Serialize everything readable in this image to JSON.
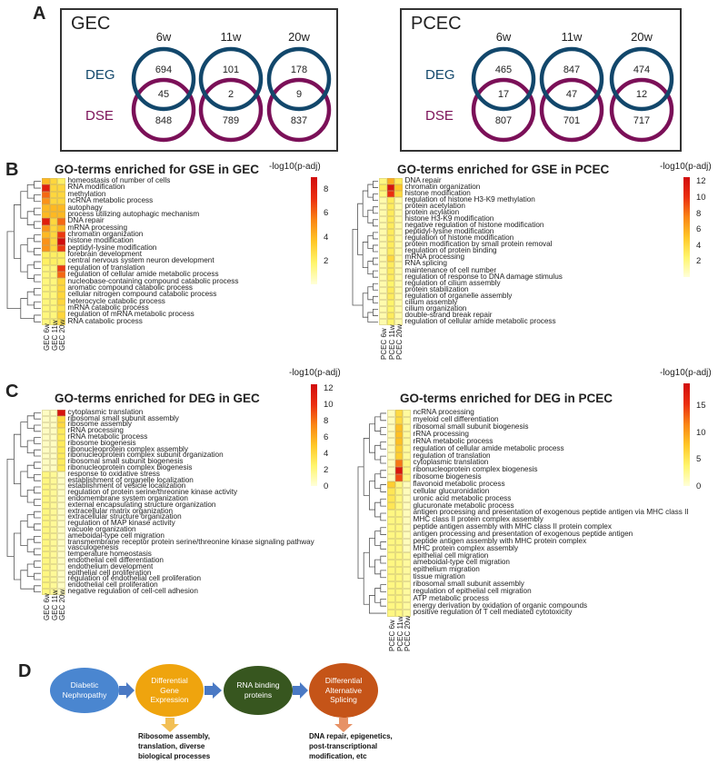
{
  "panel_A": {
    "letter": "A",
    "boxes": [
      {
        "title": "GEC",
        "columns": [
          "6w",
          "11w",
          "20w"
        ],
        "row_top_label": "DEG",
        "row_bottom_label": "DSE",
        "top_values": [
          "694",
          "101",
          "178"
        ],
        "overlap_values": [
          "45",
          "2",
          "9"
        ],
        "bottom_values": [
          "848",
          "789",
          "837"
        ]
      },
      {
        "title": "PCEC",
        "columns": [
          "6w",
          "11w",
          "20w"
        ],
        "row_top_label": "DEG",
        "row_bottom_label": "DSE",
        "top_values": [
          "465",
          "847",
          "474"
        ],
        "overlap_values": [
          "17",
          "47",
          "12"
        ],
        "bottom_values": [
          "807",
          "701",
          "717"
        ]
      }
    ],
    "colors": {
      "deg": "#12476b",
      "dse": "#7b1058"
    }
  },
  "panel_B": {
    "letter": "B",
    "heatmaps": [
      {
        "title": "GO-terms enriched for GSE in GEC",
        "scale_title": "-log10(p-adj)",
        "scale_ticks": [
          "8",
          "6",
          "4",
          "2"
        ],
        "scale_max": 9,
        "columns": [
          "GEC 6w",
          "GEC 11w",
          "GEC 20w"
        ],
        "terms": [
          "homeostasis of number of cells",
          "RNA modification",
          "methylation",
          "ncRNA metabolic process",
          "autophagy",
          "process utilizing autophagic mechanism",
          "DNA repair",
          "mRNA processing",
          "chromatin organization",
          "histone modification",
          "peptidyl-lysine modification",
          "forebrain development",
          "central nervous system neuron development",
          "regulation of translation",
          "regulation of cellular amide metabolic process",
          "nucleobase-containing compound catabolic process",
          "aromatic compound catabolic process",
          "cellular nitrogen compound catabolic process",
          "heterocycle catabolic process",
          "mRNA catabolic process",
          "regulation of mRNA metabolic process",
          "RNA catabolic process"
        ],
        "values": [
          [
            4,
            3,
            2
          ],
          [
            8,
            3,
            3
          ],
          [
            6,
            3,
            3
          ],
          [
            5,
            3,
            3
          ],
          [
            4,
            4,
            4
          ],
          [
            4,
            4,
            4
          ],
          [
            8,
            3,
            6
          ],
          [
            5,
            3,
            4
          ],
          [
            4,
            3,
            7
          ],
          [
            5,
            3,
            9
          ],
          [
            5,
            3,
            7
          ],
          [
            2,
            2,
            2
          ],
          [
            2,
            2,
            2
          ],
          [
            1.5,
            1.5,
            7
          ],
          [
            1.5,
            1.5,
            6
          ],
          [
            1.5,
            1.5,
            3
          ],
          [
            1.5,
            1.5,
            3
          ],
          [
            1.5,
            1.5,
            3
          ],
          [
            1.5,
            1.5,
            3
          ],
          [
            1.5,
            1.5,
            2.5
          ],
          [
            1.5,
            1.5,
            3
          ],
          [
            1.5,
            1.5,
            2.5
          ]
        ]
      },
      {
        "title": "GO-terms enriched for GSE in PCEC",
        "scale_title": "-log10(p-adj)",
        "scale_ticks": [
          "12",
          "10",
          "8",
          "6",
          "4",
          "2"
        ],
        "scale_max": 12.5,
        "columns": [
          "PCEC 6w",
          "PCEC 11w",
          "PCEC 20w"
        ],
        "terms": [
          "DNA repair",
          "chromatin organization",
          "histone modification",
          "regulation of histone H3-K9 methylation",
          "protein acetylation",
          "protein acylation",
          "histone H3-K9 modification",
          "negative regulation of histone modification",
          "peptidyl-lysine modification",
          "regulation of histone modification",
          "protein modification by small protein removal",
          "regulation of protein binding",
          "mRNA processing",
          "RNA splicing",
          "maintenance of cell number",
          "regulation of response to DNA damage stimulus",
          "regulation of cilium assembly",
          "protein stabilization",
          "regulation of organelle assembly",
          "cilium assembly",
          "cilium organization",
          "double-strand break repair",
          "regulation of cellular amide metabolic process"
        ],
        "values": [
          [
            2,
            6,
            3
          ],
          [
            3,
            12,
            5
          ],
          [
            2,
            10,
            4
          ],
          [
            1,
            3,
            1
          ],
          [
            1,
            3,
            1
          ],
          [
            1,
            3,
            1
          ],
          [
            1,
            3,
            1
          ],
          [
            1,
            3,
            1
          ],
          [
            1,
            3,
            1
          ],
          [
            1,
            3,
            1
          ],
          [
            1,
            3,
            1
          ],
          [
            1,
            3,
            1
          ],
          [
            1,
            4,
            1
          ],
          [
            1,
            3,
            1
          ],
          [
            1,
            3,
            1
          ],
          [
            1,
            3,
            1
          ],
          [
            1,
            2.5,
            1
          ],
          [
            1,
            3,
            1
          ],
          [
            1,
            3,
            1
          ],
          [
            1,
            2.5,
            1
          ],
          [
            1,
            2.5,
            1
          ],
          [
            1,
            3,
            1
          ],
          [
            1,
            2.5,
            1
          ]
        ]
      }
    ]
  },
  "panel_C": {
    "letter": "C",
    "heatmaps": [
      {
        "title": "GO-terms enriched for DEG in GEC",
        "scale_title": "-log10(p-adj)",
        "scale_ticks": [
          "12",
          "10",
          "8",
          "6",
          "4",
          "2",
          "0"
        ],
        "scale_max": 12.5,
        "columns": [
          "GEC 6w",
          "GEC 11w",
          "GEC 20w"
        ],
        "terms": [
          "cytoplasmic translation",
          "ribosomal small subunit assembly",
          "ribosome assembly",
          "rRNA processing",
          "rRNA metabolic process",
          "ribosome biogenesis",
          "ribonucleoprotein complex assembly",
          "ribonucleoprotein complex subunit organization",
          "ribosomal small subunit biogenesis",
          "ribonucleoprotein complex biogenesis",
          "response to oxidative stress",
          "establishment of organelle localization",
          "establishment of vesicle localization",
          "regulation of protein serine/threonine kinase activity",
          "endomembrane system organization",
          "external encapsulating structure organization",
          "extracellular matrix organization",
          "extracellular structure organization",
          "regulation of MAP kinase activity",
          "vacuole organization",
          "ameboidal-type cell migration",
          "transmembrane receptor protein serine/threonine kinase signaling pathway",
          "vasculogenesis",
          "temperature homeostasis",
          "endothelial cell differentiation",
          "endothelium development",
          "epithelial cell proliferation",
          "regulation of endothelial cell proliferation",
          "endothelial cell proliferation",
          "negative regulation of cell-cell adhesion"
        ],
        "values": [
          [
            0.5,
            0.5,
            12
          ],
          [
            0.5,
            0.5,
            4
          ],
          [
            0.5,
            0.5,
            4
          ],
          [
            0.5,
            0.5,
            3
          ],
          [
            0.5,
            0.5,
            3
          ],
          [
            0.5,
            0.5,
            3
          ],
          [
            0.5,
            0.5,
            3
          ],
          [
            0.5,
            0.5,
            3
          ],
          [
            0.5,
            0.5,
            3
          ],
          [
            0.5,
            0.5,
            3
          ],
          [
            2,
            1.5,
            0.5
          ],
          [
            2,
            1.5,
            0.5
          ],
          [
            2,
            1.5,
            0.5
          ],
          [
            2,
            1.5,
            0.5
          ],
          [
            2,
            1.5,
            0.5
          ],
          [
            2,
            1.5,
            0.5
          ],
          [
            2,
            1.5,
            0.5
          ],
          [
            2,
            1.5,
            0.5
          ],
          [
            2,
            1.5,
            0.5
          ],
          [
            2,
            1.5,
            0.5
          ],
          [
            2,
            1.5,
            0.5
          ],
          [
            2,
            1.5,
            0.5
          ],
          [
            2,
            1.5,
            0.5
          ],
          [
            2,
            1.5,
            0.5
          ],
          [
            2,
            1.5,
            0.5
          ],
          [
            2,
            1.5,
            0.5
          ],
          [
            2,
            1.5,
            0.5
          ],
          [
            2,
            1.5,
            0.5
          ],
          [
            2,
            1.5,
            0.5
          ],
          [
            2,
            1.5,
            0.5
          ]
        ]
      },
      {
        "title": "GO-terms enriched for DEG in PCEC",
        "scale_title": "-log10(p-adj)",
        "scale_ticks": [
          "15",
          "10",
          "5",
          "0"
        ],
        "scale_max": 19,
        "columns": [
          "PCEC 6w",
          "PCEC 11w",
          "PCEC 20w"
        ],
        "terms": [
          "ncRNA processing",
          "myeloid cell differentiation",
          "ribosomal small subunit biogenesis",
          "rRNA processing",
          "rRNA metabolic process",
          "regulation of cellular amide metabolic process",
          "regulation of translation",
          "cytoplasmic translation",
          "ribonucleoprotein complex biogenesis",
          "ribosome biogenesis",
          "flavonoid metabolic process",
          "cellular glucuronidation",
          "uronic acid metabolic process",
          "glucuronate metabolic process",
          "antigen processing and presentation of exogenous peptide antigen via MHC class II",
          "MHC class II protein complex assembly",
          "peptide antigen assembly with MHC class II protein complex",
          "antigen processing and presentation of exogenous peptide antigen",
          "peptide antigen assembly with MHC protein complex",
          "MHC protein complex assembly",
          "epithelial cell migration",
          "ameboidal-type cell migration",
          "epithelium migration",
          "tissue migration",
          "ribosomal small subunit assembly",
          "regulation of epithelial cell migration",
          "ATP metabolic process",
          "energy derivation by oxidation of organic compounds",
          "positive regulation of T cell mediated cytotoxicity"
        ],
        "values": [
          [
            1,
            6,
            2
          ],
          [
            1,
            6,
            2
          ],
          [
            1,
            8,
            2
          ],
          [
            1,
            8,
            2
          ],
          [
            1,
            8,
            2
          ],
          [
            1,
            7,
            2
          ],
          [
            1,
            7,
            2
          ],
          [
            1,
            12,
            3
          ],
          [
            1,
            18,
            3
          ],
          [
            1,
            14,
            3
          ],
          [
            7,
            3,
            1
          ],
          [
            5,
            3,
            1
          ],
          [
            5,
            3,
            1
          ],
          [
            5,
            3,
            1
          ],
          [
            3,
            3,
            1
          ],
          [
            3,
            3,
            1
          ],
          [
            3,
            3,
            1
          ],
          [
            3,
            3,
            1
          ],
          [
            3,
            3,
            1
          ],
          [
            3,
            3,
            1
          ],
          [
            3,
            3,
            2
          ],
          [
            3,
            3,
            2
          ],
          [
            3,
            3,
            2
          ],
          [
            3,
            3,
            2
          ],
          [
            3,
            3,
            2
          ],
          [
            3,
            3,
            2
          ],
          [
            3,
            3,
            2
          ],
          [
            3,
            3,
            2
          ],
          [
            3,
            3,
            2
          ]
        ]
      }
    ]
  },
  "panel_D": {
    "letter": "D",
    "nodes": [
      {
        "lines": [
          "Diabetic",
          "Nephropathy"
        ],
        "color": "#4a86d0"
      },
      {
        "lines": [
          "Differential",
          "Gene",
          "Expression"
        ],
        "color": "#efa40e"
      },
      {
        "lines": [
          "RNA binding",
          "proteins"
        ],
        "color": "#37561f"
      },
      {
        "lines": [
          "Differential",
          "Alternative",
          "Splicing"
        ],
        "color": "#c55418"
      }
    ],
    "outputs": [
      {
        "lines": [
          "Ribosome assembly,",
          "translation, diverse",
          "biological processes"
        ]
      },
      {
        "lines": [
          "DNA repair, epigenetics,",
          "post-transcriptional",
          "modification, etc"
        ]
      }
    ],
    "arrow_color": "#4a79c4",
    "down_arrow_colors": [
      "#f2bf55",
      "#e79266"
    ]
  }
}
